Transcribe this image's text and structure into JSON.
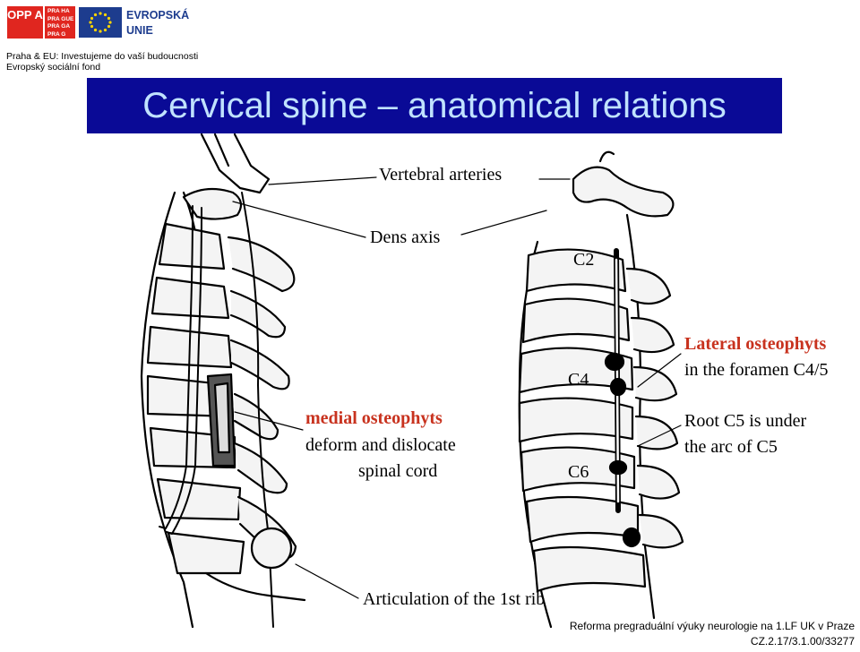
{
  "header": {
    "logo_opp": "OPP A",
    "logo_praha": "PRA HA PRA GUE PRA GA PRA G",
    "logo_eu_text": "EVROPSKÁ UNIE",
    "funding_line1": "Praha & EU: Investujeme do vaší budoucnosti",
    "funding_line2": "Evropský sociální fond"
  },
  "title": "Cervical spine – anatomical relations",
  "labels": {
    "vertebral_arteries": "Vertebral  arteries",
    "dens_axis": "Dens axis",
    "c2": "C2",
    "c4": "C4",
    "c6": "C6",
    "medial_osteophyts": "medial osteophyts",
    "deform_line1": "deform and dislocate",
    "deform_line2": "spinal cord",
    "lateral_osteophyts": "Lateral osteophyts",
    "foramen": "in the foramen C4/5",
    "root_line1": "Root C5 is under",
    "root_line2": "the arc of C5",
    "articulation": "Articulation of the 1st rib"
  },
  "footer": {
    "line1": "Reforma pregraduální výuky neurologie na 1.LF UK v Praze",
    "line2": "CZ.2.17/3.1.00/33277"
  },
  "colors": {
    "title_bar": "#0a0a96",
    "title_text": "#c0e2ff",
    "highlight_red": "#c8321e",
    "logo_red": "#e0261f",
    "eu_blue": "#1d3c8e"
  }
}
